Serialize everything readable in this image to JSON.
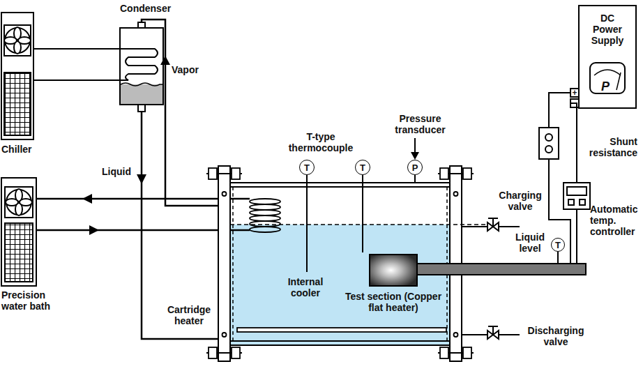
{
  "diagram": {
    "nodes": [
      {
        "text": [
          "Condenser"
        ]
      },
      {
        "text": [
          "Chiller"
        ]
      },
      {
        "text": [
          "Precision water bath"
        ]
      },
      {
        "text": [
          "T"
        ]
      },
      {
        "text": [
          "T"
        ]
      },
      {
        "text": [
          "P"
        ]
      },
      {
        "text": [
          "Test section (Copper flat heater)"
        ]
      },
      {
        "text": [
          "DC Power Supply",
          "P"
        ]
      },
      {
        "text": [
          "Shunt resistance"
        ]
      },
      {
        "text": [
          "Automatic temp. controller"
        ]
      },
      {
        "text": [
          "T"
        ]
      }
    ],
    "edges": [
      {
        "from": 1,
        "to": 0,
        "arrow": "none"
      },
      {
        "from": 7,
        "to": 8,
        "arrow": "none"
      },
      {
        "from": 7,
        "to": 9,
        "arrow": "none"
      }
    ],
    "labels": [
      "Vapor",
      "Liquid",
      "T-type thermocouple",
      "Pressure transducer",
      "Charging valve",
      "Liquid level",
      "Internal cooler",
      "Cartridge heater",
      "Discharging valve",
      "+",
      "−"
    ]
  }
}
